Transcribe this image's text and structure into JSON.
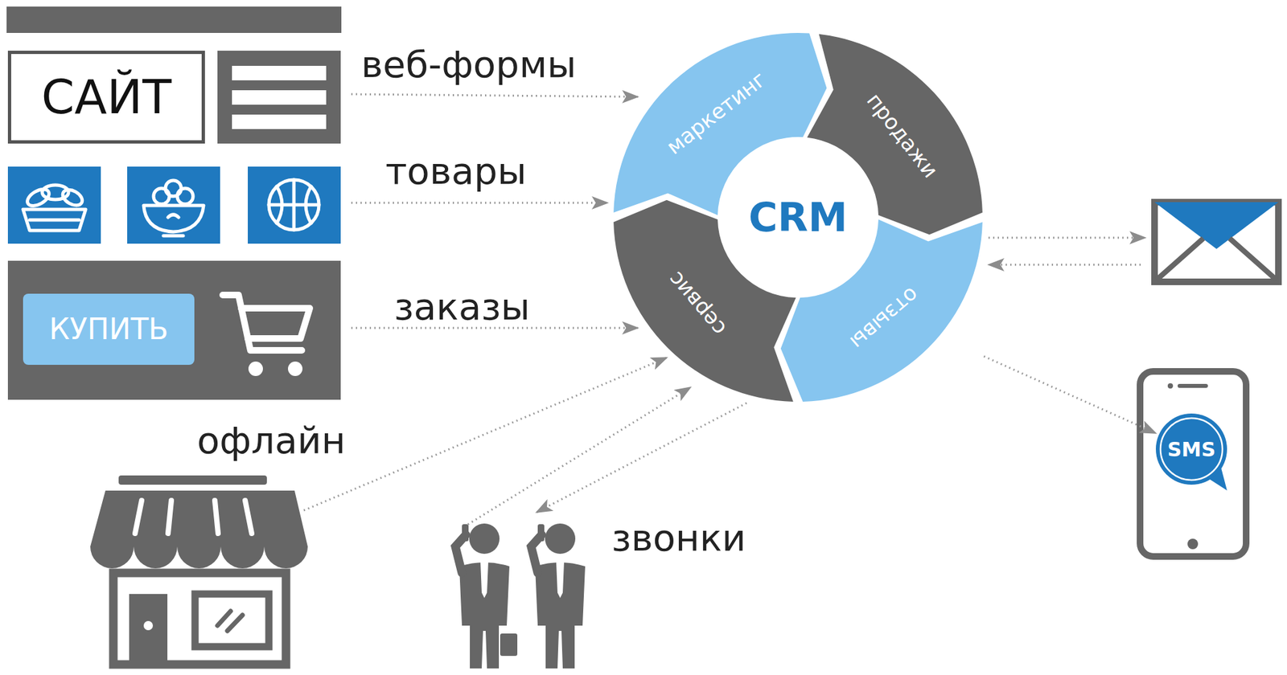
{
  "diagram": {
    "nodes": [
      {
        "text": [
          "САЙТ"
        ]
      },
      {
        "text": [
          "КУПИТЬ"
        ]
      },
      {
        "text": [
          "маркетинг"
        ]
      },
      {
        "text": [
          "продажи"
        ]
      },
      {
        "text": [
          "CRM"
        ]
      },
      {
        "text": [
          "сервис"
        ]
      },
      {
        "text": [
          "отзывы"
        ]
      },
      {
        "text": [
          "SMS"
        ]
      }
    ],
    "edges": [
      {
        "from": 6,
        "to": 7,
        "arrow": "to"
      }
    ],
    "labels": [
      "веб-формы",
      "товары",
      "заказы",
      "офлайн",
      "звонки"
    ]
  }
}
